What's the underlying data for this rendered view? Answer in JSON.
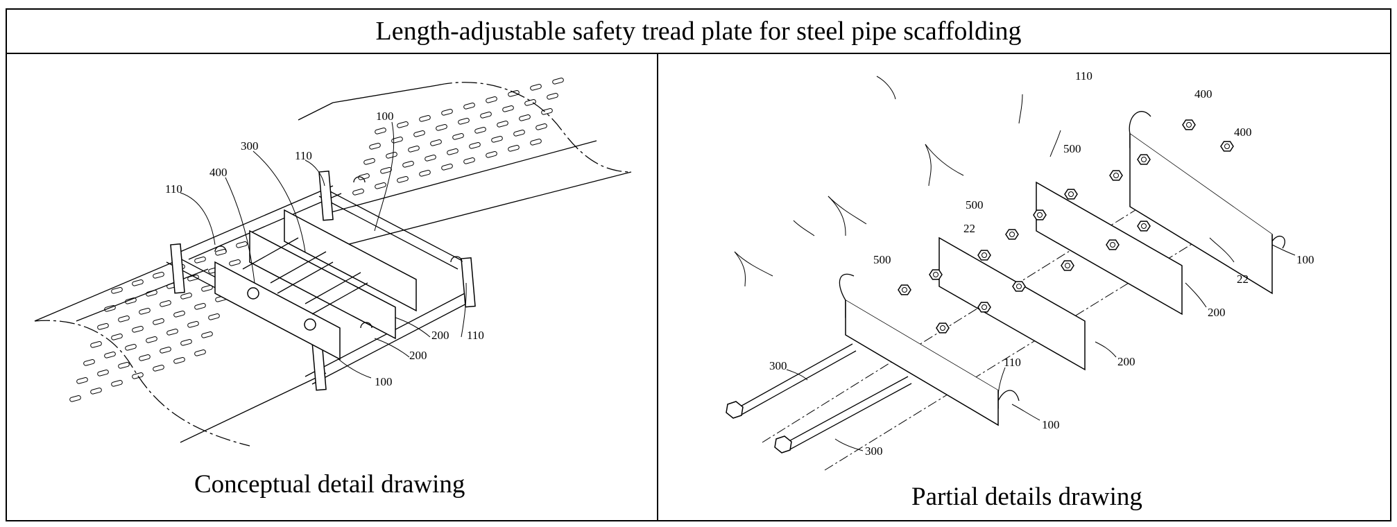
{
  "title": "Length-adjustable safety tread plate for steel pipe scaffolding",
  "left_panel": {
    "caption": "Conceptual detail drawing",
    "labels": {
      "l100_top": "100",
      "l300": "300",
      "l110_a": "110",
      "l110_b": "110",
      "l400": "400",
      "l110_c": "110",
      "l200_a": "200",
      "l200_b": "200",
      "l100_bot": "100"
    }
  },
  "right_panel": {
    "caption": "Partial details drawing",
    "labels": {
      "r110_top": "110",
      "r400_a": "400",
      "r400_b": "400",
      "r500_a": "500",
      "r500_b": "500",
      "r22_a": "22",
      "r500_c": "500",
      "r22_b": "22",
      "r100_right": "100",
      "r200_a": "200",
      "r200_b": "200",
      "r300_a": "300",
      "r110_bot": "110",
      "r100_bot": "100",
      "r300_b": "300"
    }
  }
}
